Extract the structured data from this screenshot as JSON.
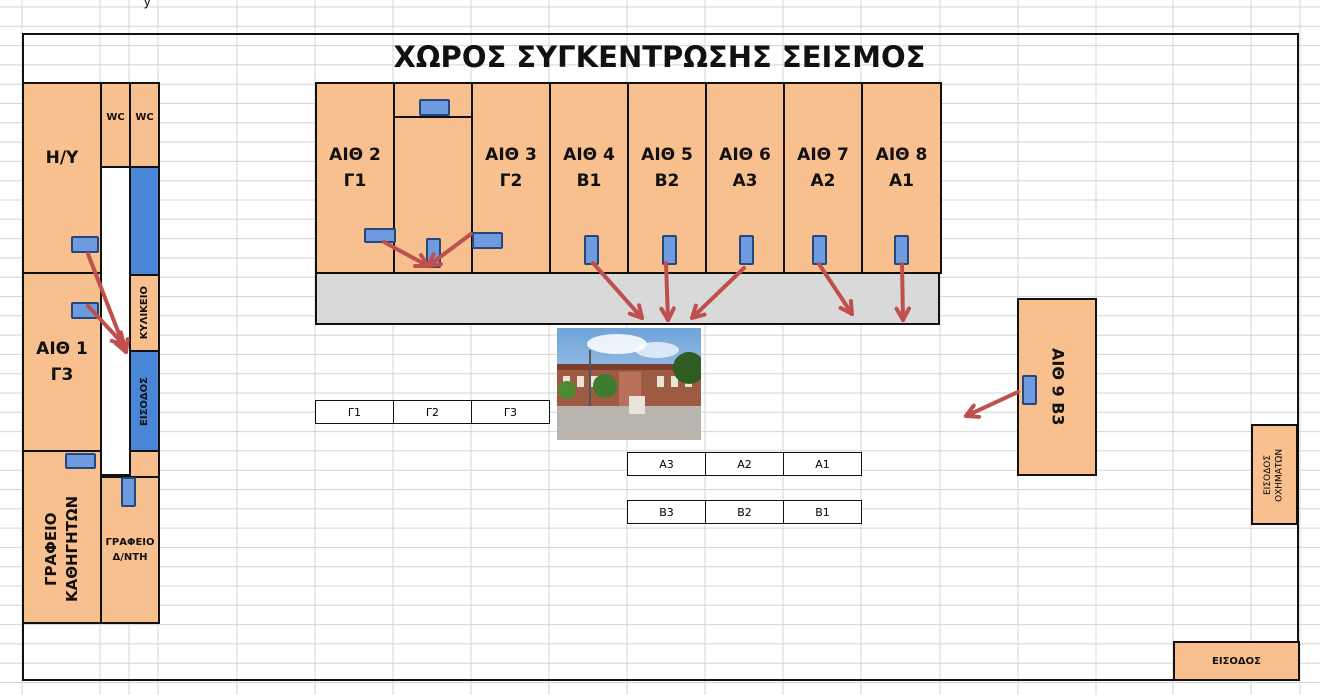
{
  "title": "ΧΩΡΟΣ ΣΥΓΚΕΝΤΡΩΣΗΣ ΣΕΙΣΜΟΣ",
  "corner_mark": "y",
  "colors": {
    "room": "#f8bf8f",
    "corridor": "#d9d9d9",
    "blue": "#4a86d8",
    "door": "#6e9be0",
    "arrow": "#c0504d"
  },
  "left_block": {
    "hy": "Η/Υ",
    "wc1": "WC",
    "wc2": "WC",
    "aith1_line1": "ΑΙΘ 1",
    "aith1_line2": "Γ3",
    "kyliko": "ΚΥΛΙΚΕΙΟ",
    "eisodos": "ΕΙΣΟΔΟΣ",
    "grafeio_kathigiton": "ΓΡΑΦΕΙΟ ΚΑΘΗΓΗΤΩΝ",
    "grafeio_dnth_line1": "ΓΡΑΦΕΙΟ",
    "grafeio_dnth_line2": "Δ/ΝΤΗ"
  },
  "classrooms": [
    {
      "name": "ΑΙΘ 2",
      "class": "Γ1"
    },
    {
      "name": "",
      "class": ""
    },
    {
      "name": "ΑΙΘ 3",
      "class": "Γ2"
    },
    {
      "name": "ΑΙΘ 4",
      "class": "Β1"
    },
    {
      "name": "ΑΙΘ 5",
      "class": "Β2"
    },
    {
      "name": "ΑΙΘ 6",
      "class": "Α3"
    },
    {
      "name": "ΑΙΘ 7",
      "class": "Α2"
    },
    {
      "name": "ΑΙΘ 8",
      "class": "Α1"
    }
  ],
  "aith9": "ΑΙΘ 9 Β3",
  "eisodos_oximaton": "ΕΙΣΟΔΟΣ ΟΧΗΜΑΤΩΝ",
  "eisodos_bottom": "ΕΙΣΟΔΟΣ",
  "row_g": [
    "Γ1",
    "Γ2",
    "Γ3"
  ],
  "row_a": [
    "Α3",
    "Α2",
    "Α1"
  ],
  "row_b": [
    "Β3",
    "Β2",
    "Β1"
  ],
  "photo": {
    "icon": "school-building-photo"
  }
}
